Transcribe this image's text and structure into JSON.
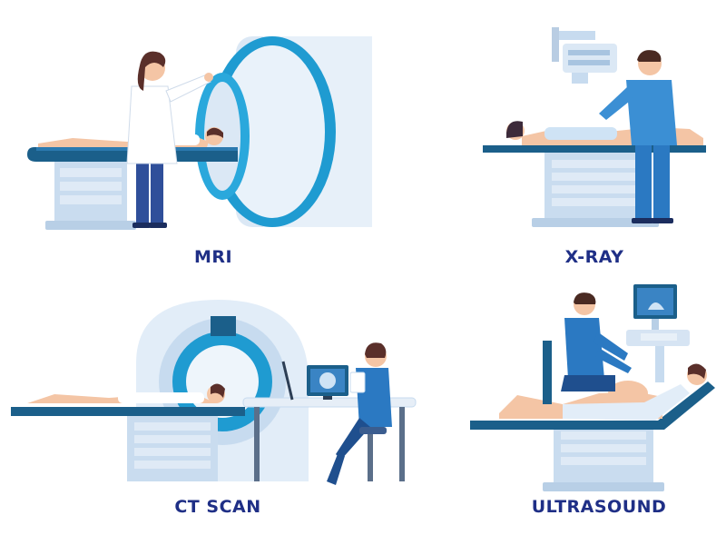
{
  "captions": {
    "mri": "MRI",
    "xray": "X-RAY",
    "ct": "CT SCAN",
    "ultrasound": "ULTRASOUND"
  },
  "colors": {
    "caption": "#1f2f86",
    "machine_light": "#e2edf8",
    "machine_mid": "#c7dbef",
    "accent_blue": "#1f9bd1",
    "table_top": "#1b5f8a",
    "scrubs": "#2b79c2",
    "skin": "#f4c5a5",
    "hair": "#5a2f2a"
  },
  "icons": [
    "mri-scanner",
    "x-ray-machine",
    "ct-scanner",
    "ultrasound-machine"
  ]
}
